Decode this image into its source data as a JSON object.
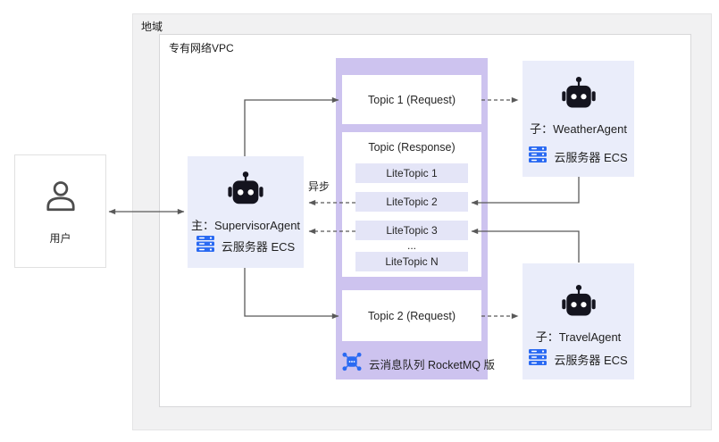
{
  "region": {
    "label": "地域"
  },
  "vpc": {
    "label": "专有网络VPC"
  },
  "user": {
    "label": "用户"
  },
  "agents": {
    "supervisor": {
      "name": "主：SupervisorAgent",
      "infra": "云服务器 ECS"
    },
    "weather": {
      "name": "子：WeatherAgent",
      "infra": "云服务器 ECS"
    },
    "travel": {
      "name": "子：TravelAgent",
      "infra": "云服务器 ECS"
    }
  },
  "mq": {
    "product": "云消息队列 RocketMQ 版",
    "topic_request_1": "Topic 1 (Request)",
    "topic_request_2": "Topic 2 (Request)",
    "topic_response": "Topic (Response)",
    "lite_topics": [
      "LiteTopic 1",
      "LiteTopic 2",
      "LiteTopic 3",
      "LiteTopic N"
    ],
    "ellipsis": "..."
  },
  "annotations": {
    "async_label": "异步"
  },
  "icons": {
    "user": "person-icon",
    "agent": "robot-icon",
    "ecs": "server-stack-icon",
    "mq": "rocketmq-icon"
  },
  "colors": {
    "mq_container_purple": "#cdc3ef",
    "lite_topic_bg": "#e4e5f7",
    "agent_box_bg": "#eaedfa",
    "brand_blue": "#2a6af2",
    "arrow_gray": "#595959",
    "region_bg": "#f1f1f2"
  }
}
